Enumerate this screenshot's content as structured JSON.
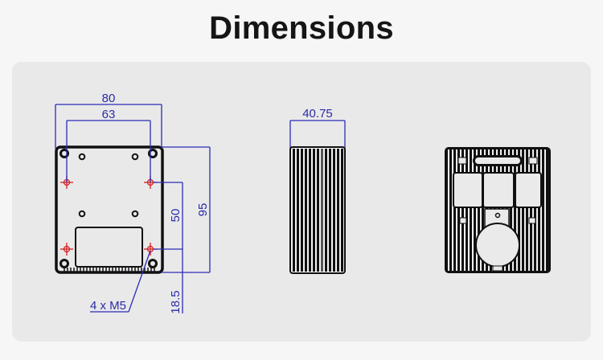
{
  "title": "Dimensions",
  "colors": {
    "background": "#f6f6f6",
    "panel": "#e9e9e9",
    "dimension_line": "#2b2bb8",
    "outline": "#111111",
    "hole_marker": "#d42020"
  },
  "front_view": {
    "width_overall": "80",
    "width_holes": "63",
    "height_overall": "95",
    "height_holes": "50",
    "bottom_offset": "18.5",
    "hole_callout": "4 x M5"
  },
  "side_view": {
    "depth": "40.75"
  },
  "rear_view": {
    "label": ""
  }
}
